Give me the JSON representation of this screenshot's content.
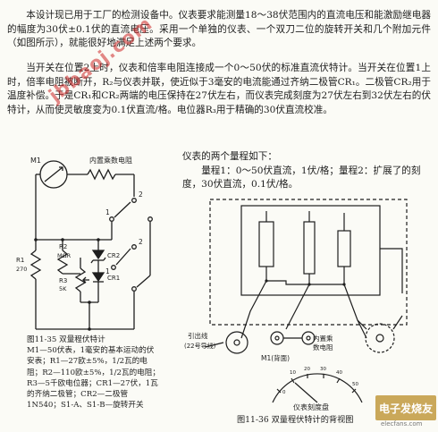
{
  "paragraphs": {
    "p1": "本设计现已用于工厂的检测设备中。仪表要求能测量18～38伏范围内的直流电压和能激励继电器的幅度为30伏±0.1伏的直流电压。采用一个单独的仪表、一个双刀二位的旋转开关和几个附加元件（如图所示），就能很好地满足上述两个要求。",
    "p2": "当开关在位置2上时，仪表和倍率电阻连接成一个0～50伏的标准直流伏特计。当开关在位置1上时，倍率电阻被断开，R₂与仪表并联，使近似于3毫安的电流能通过齐纳二极管CR₁。二极管CR₂用于温度补偿。于是CR₁和CR₂两端的电压保持在27伏左右，而仪表完成刻度为27伏左右到32伏左右的伏特计，从而使灵敏度变为0.1伏直流/格。电位器R₃用于精确的30伏直流校准。",
    "p3_first": "仪表的两个量程如下：",
    "p3_rest": "量程1：0～50伏直流，1伏/格；量程2：扩展了的刻度，30伏直流，0.1伏/格。"
  },
  "watermark": "jbbaoj.com",
  "left_figure": {
    "meter": "M1",
    "top_resistor": "内置乘数电阻",
    "wiper_top": "2",
    "wiper_bottom": "2",
    "pos_top": "1",
    "pos_bottom": "1",
    "r2": "R2",
    "r2_sub": "MΩR",
    "r3": "R3",
    "r3_sub": "5K",
    "r1": "R1",
    "r1_sub": "270",
    "cr1": "CR1",
    "cr2": "CR2"
  },
  "left_caption": {
    "title": "图11-35  双量程伏特计",
    "lines": [
      "M1—50伏表，1毫安的基本运动的伏安表；R1—27欧±5%，1/2瓦的电阻；R2—110欧±5%，1/2瓦的电阻；R3—5千欧电位器；CR1—27伏，1瓦的齐纳二极管；CR2—二极管1N540；S1-A、S1-B—旋转开关"
    ]
  },
  "right_figure": {
    "lead_label": "引出线",
    "lead_sub": "(22号导线)",
    "multiplier_label": "内置乘",
    "multiplier_label2": "数电阻",
    "meter_label": "M1(背面)",
    "scale_label": "仪表刻度盘",
    "scale_ticks": [
      "0",
      "10",
      "20",
      "30",
      "40",
      "50"
    ]
  },
  "right_caption": "图11-36  双量程伏特计的背视图",
  "logo": {
    "text": "电子发烧友",
    "url": "elecfans.com"
  }
}
